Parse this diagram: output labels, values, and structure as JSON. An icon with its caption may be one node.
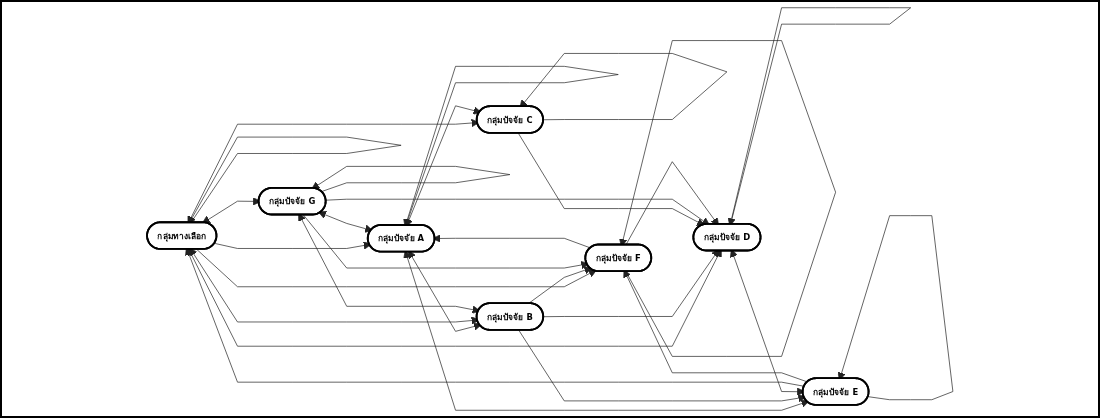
{
  "diagram": {
    "nodes": [
      {
        "text": [
          "กลุ่มทางเลือก"
        ]
      },
      {
        "text": [
          "กลุ่มปัจจัย A"
        ]
      },
      {
        "text": [
          "กลุ่มปัจจัย B"
        ]
      },
      {
        "text": [
          "กลุ่มปัจจัย C"
        ]
      },
      {
        "text": [
          "กลุ่มปัจจัย D"
        ]
      },
      {
        "text": [
          "กลุ่มปัจจัย E"
        ]
      },
      {
        "text": [
          "กลุ่มปัจจัย F"
        ]
      },
      {
        "text": [
          "กลุ่มปัจจัย G"
        ]
      }
    ],
    "edges": [
      {
        "from": 0,
        "to": 1,
        "arrow": "to"
      },
      {
        "from": 0,
        "to": 0,
        "arrow": "to"
      },
      {
        "from": 1,
        "to": 1,
        "arrow": "to"
      },
      {
        "from": 3,
        "to": 3,
        "arrow": "to"
      },
      {
        "from": 4,
        "to": 4,
        "arrow": "to"
      },
      {
        "from": 5,
        "to": 5,
        "arrow": "to"
      },
      {
        "from": 6,
        "to": 6,
        "arrow": "to"
      },
      {
        "from": 7,
        "to": 7,
        "arrow": "to"
      },
      {
        "from": 1,
        "to": 2,
        "arrow": "both"
      },
      {
        "from": 0,
        "to": 2,
        "arrow": "both"
      },
      {
        "from": 0,
        "to": 7,
        "arrow": "both"
      },
      {
        "from": 0,
        "to": 3,
        "arrow": "both"
      },
      {
        "from": 0,
        "to": 4,
        "arrow": "both"
      },
      {
        "from": 0,
        "to": 6,
        "arrow": "to"
      },
      {
        "from": 5,
        "to": 0,
        "arrow": "to"
      },
      {
        "from": 7,
        "to": 1,
        "arrow": "both"
      },
      {
        "from": 7,
        "to": 2,
        "arrow": "both"
      },
      {
        "from": 6,
        "to": 1,
        "arrow": "to"
      },
      {
        "from": 1,
        "to": 3,
        "arrow": "both"
      },
      {
        "from": 1,
        "to": 5,
        "arrow": "both"
      },
      {
        "from": 2,
        "to": 6,
        "arrow": "to"
      },
      {
        "from": 2,
        "to": 5,
        "arrow": "to"
      },
      {
        "from": 2,
        "to": 4,
        "arrow": "to"
      },
      {
        "from": 3,
        "to": 4,
        "arrow": "to"
      },
      {
        "from": 4,
        "to": 5,
        "arrow": "both"
      },
      {
        "from": 7,
        "to": 4,
        "arrow": "to"
      },
      {
        "from": 7,
        "to": 6,
        "arrow": "to"
      },
      {
        "from": 6,
        "to": 4,
        "arrow": "to"
      },
      {
        "from": 5,
        "to": 6,
        "arrow": "to"
      }
    ]
  }
}
